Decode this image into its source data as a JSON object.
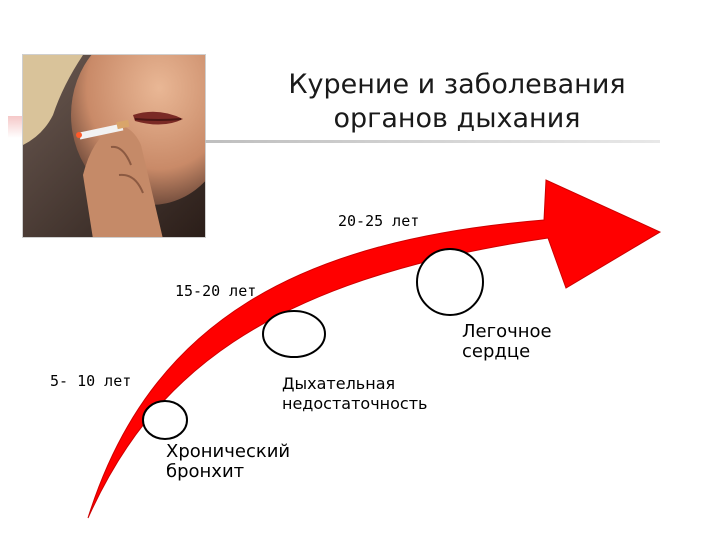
{
  "title": {
    "line1": "Курение и заболевания",
    "line2": "органов дыхания"
  },
  "photo": {
    "icon": "smoking-woman-photo"
  },
  "colors": {
    "arrow": "#ff0000",
    "arrow_edge": "#cc0000",
    "circle_fill": "#ffffff"
  },
  "timeline": [
    {
      "period": "5- 10 лет",
      "stage_lines": [
        "Хронический",
        "бронхит"
      ]
    },
    {
      "period": "15-20 лет",
      "stage_lines": [
        "Дыхательная",
        "недостаточность"
      ]
    },
    {
      "period": "20-25 лет",
      "stage_lines": [
        "Легочное",
        "сердце"
      ]
    }
  ]
}
